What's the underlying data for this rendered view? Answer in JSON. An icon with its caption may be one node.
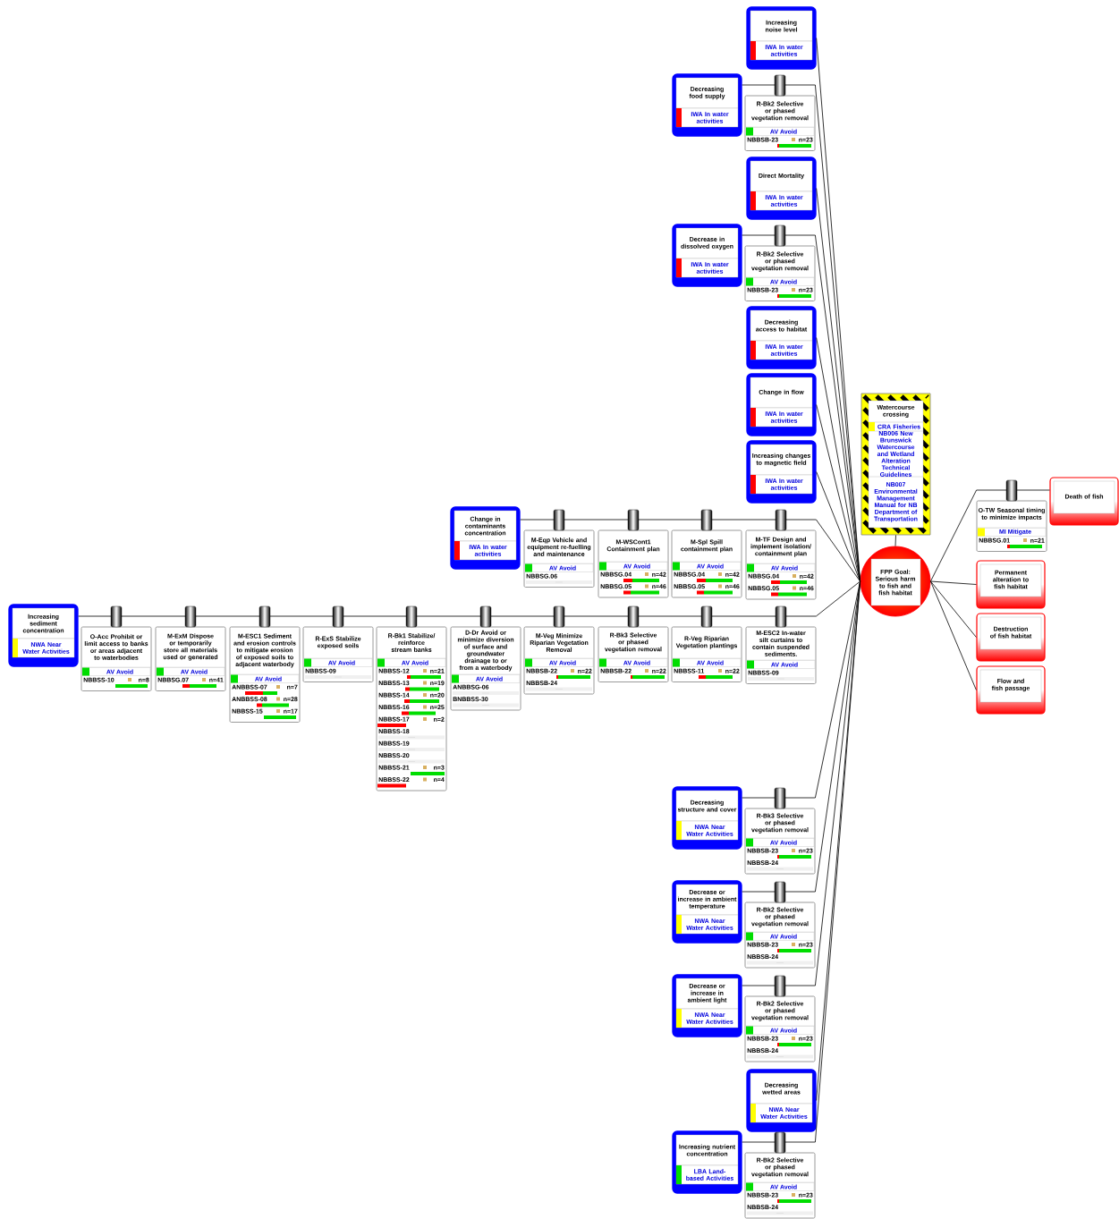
{
  "diagram": {
    "nodes": [
      {
        "text": [
          "Increasing noise level",
          "IWA In water activities"
        ]
      },
      {
        "text": [
          "Decreasing food supply",
          "IWA In water activities"
        ]
      },
      {
        "text": [
          "R-Bk2 Selective or phased vegetation removal",
          "AV Avoid",
          "NBBSB-23",
          "n=23"
        ]
      },
      {
        "text": [
          "Direct Mortality",
          "IWA In water activities"
        ]
      },
      {
        "text": [
          "Decrease in dissolved oxygen",
          "IWA In water activities"
        ]
      },
      {
        "text": [
          "R-Bk2 Selective or phased vegetation removal",
          "AV Avoid",
          "NBBSB-23",
          "n=23"
        ]
      },
      {
        "text": [
          "Decreasing access to habitat",
          "IWA In water activities"
        ]
      },
      {
        "text": [
          "Change in flow",
          "IWA In water activities"
        ]
      },
      {
        "text": [
          "Increasing changes to magnetic field",
          "IWA In water activities"
        ]
      },
      {
        "text": [
          "Watercourse crossing",
          "CRA Fisheries",
          "NB006 New Brunswick Watercourse and Wetland Alteration Technical Guidelines",
          "NB007 Environmental Management Manual for NB Department of Transportation"
        ]
      },
      {
        "text": [
          "Change in contaminants concentration",
          "IWA In water activities"
        ]
      },
      {
        "text": [
          "M-Eqp Vehicle and equipment re-fuelling and maintenance",
          "AV Avoid",
          "NBBSG.06"
        ]
      },
      {
        "text": [
          "M-WSCont1 Containment plan",
          "AV Avoid",
          "NBBSG.04",
          "n=42",
          "NBBSG.05",
          "n=46"
        ]
      },
      {
        "text": [
          "M-Spl Spill containment plan",
          "AV Avoid",
          "NBBSG.04",
          "n=42",
          "NBBSG.05",
          "n=46"
        ]
      },
      {
        "text": [
          "M-TF Design and implement isolation/containment plan",
          "AV Avoid",
          "NBBSG.04",
          "n=42",
          "NBBSG.05",
          "n=46"
        ]
      },
      {
        "text": [
          "O-TW Seasonal timing to minimize impacts",
          "MI Mitigate",
          "NBBSG.01",
          "n=21"
        ]
      },
      {
        "text": [
          "Death of fish"
        ]
      },
      {
        "text": [
          "FPP Goal: Serious harm to fish and fish habitat"
        ]
      },
      {
        "text": [
          "Permanent alteration to fish habitat"
        ]
      },
      {
        "text": [
          "Destruction of fish habitat"
        ]
      },
      {
        "text": [
          "Flow and fish passage"
        ]
      },
      {
        "text": [
          "Increasing sediment concentration",
          "NWA Near Water Activities"
        ]
      },
      {
        "text": [
          "O-Acc Prohibit or limit access to banks or areas adjacent to waterbodies",
          "AV Avoid",
          "NBBSS-10",
          "n=8"
        ]
      },
      {
        "text": [
          "M-ExM Dispose or temporarily store all materials used or generated",
          "AV Avoid",
          "NBBSG.07",
          "n=41"
        ]
      },
      {
        "text": [
          "M-ESC1 Sediment and erosion controls to mitigate erosion of exposed soils to adjacent waterbody",
          "AV Avoid",
          "ANBBSS-07",
          "n=7",
          "ANBBSS-08",
          "n=28",
          "NBBSS-15",
          "n=17"
        ]
      },
      {
        "text": [
          "R-ExS Stabilize exposed soils",
          "AV Avoid",
          "NBBSS-09"
        ]
      },
      {
        "text": [
          "R-Bk1 Stabilize/reinforce stream banks",
          "AV Avoid",
          "NBBSS-12",
          "n=21",
          "NBBSS-13",
          "n=19",
          "NBBSS-14",
          "n=20",
          "NBBSS-16",
          "n=25",
          "NBBSS-17",
          "n=2",
          "NBBSS-18",
          "NBBSS-19",
          "NBBSS-20",
          "NBBSS-21",
          "n=3",
          "NBBSS-22",
          "n=4"
        ]
      },
      {
        "text": [
          "D-Dr Avoid or minimize diversion of surface and groundwater drainage to or from a waterbody",
          "AV Avoid",
          "ANBBSG-06",
          "BNBBSS-30"
        ]
      },
      {
        "text": [
          "M-Veg Minimize Riparian Vegetation Removal",
          "AV Avoid",
          "NBBSB-22",
          "n=22",
          "NBBSB-24"
        ]
      },
      {
        "text": [
          "R-Bk3 Selective or phased vegetation removal",
          "AV Avoid",
          "NBBSB-22",
          "n=22"
        ]
      },
      {
        "text": [
          "R-Veg Riparian Vegetation plantings",
          "AV Avoid",
          "NBBSS-11",
          "n=22"
        ]
      },
      {
        "text": [
          "M-ESC2 In-water silt curtains to contain suspended sediments.",
          "AV Avoid",
          "NBBSS-09"
        ]
      },
      {
        "text": [
          "Decreasing structure and cover",
          "NWA Near Water Activities"
        ]
      },
      {
        "text": [
          "R-Bk3 Selective or phased vegetation removal",
          "AV Avoid",
          "NBBSB-23",
          "n=23",
          "NBBSB-24"
        ]
      },
      {
        "text": [
          "Decrease or increase in ambient temperature",
          "NWA Near Water Activities"
        ]
      },
      {
        "text": [
          "R-Bk2 Selective or phased vegetation removal",
          "AV Avoid",
          "NBBSB-23",
          "n=23",
          "NBBSB-24"
        ]
      },
      {
        "text": [
          "Decrease or increase in ambient light",
          "NWA Near Water Activities"
        ]
      },
      {
        "text": [
          "R-Bk2 Selective or phased vegetation removal",
          "AV Avoid",
          "NBBSB-23",
          "n=23",
          "NBBSB-24"
        ]
      },
      {
        "text": [
          "Decreasing wetted areas",
          "NWA Near Water Activities"
        ]
      },
      {
        "text": [
          "Increasing nutrient concentration",
          "LBA Land-based Activities"
        ]
      },
      {
        "text": [
          "R-Bk2 Selective or phased vegetation removal",
          "AV Avoid",
          "NBBSB-23",
          "n=23",
          "NBBSB-24"
        ]
      }
    ],
    "edges": [
      {
        "from": 0,
        "to": 17,
        "arrow": "none"
      },
      {
        "from": 1,
        "to": 2,
        "arrow": "none"
      },
      {
        "from": 2,
        "to": 17,
        "arrow": "none"
      },
      {
        "from": 3,
        "to": 17,
        "arrow": "none"
      },
      {
        "from": 4,
        "to": 5,
        "arrow": "none"
      },
      {
        "from": 5,
        "to": 17,
        "arrow": "none"
      },
      {
        "from": 6,
        "to": 17,
        "arrow": "none"
      },
      {
        "from": 7,
        "to": 17,
        "arrow": "none"
      },
      {
        "from": 8,
        "to": 17,
        "arrow": "none"
      },
      {
        "from": 9,
        "to": 17,
        "arrow": "none"
      },
      {
        "from": 10,
        "to": 11,
        "arrow": "none"
      },
      {
        "from": 11,
        "to": 12,
        "arrow": "none"
      },
      {
        "from": 12,
        "to": 13,
        "arrow": "none"
      },
      {
        "from": 13,
        "to": 14,
        "arrow": "none"
      },
      {
        "from": 14,
        "to": 17,
        "arrow": "none"
      },
      {
        "from": 17,
        "to": 15,
        "arrow": "none"
      },
      {
        "from": 15,
        "to": 16,
        "arrow": "none"
      },
      {
        "from": 17,
        "to": 18,
        "arrow": "none"
      },
      {
        "from": 17,
        "to": 19,
        "arrow": "none"
      },
      {
        "from": 17,
        "to": 20,
        "arrow": "none"
      },
      {
        "from": 21,
        "to": 22,
        "arrow": "none"
      },
      {
        "from": 22,
        "to": 23,
        "arrow": "none"
      },
      {
        "from": 23,
        "to": 24,
        "arrow": "none"
      },
      {
        "from": 24,
        "to": 25,
        "arrow": "none"
      },
      {
        "from": 25,
        "to": 26,
        "arrow": "none"
      },
      {
        "from": 26,
        "to": 27,
        "arrow": "none"
      },
      {
        "from": 27,
        "to": 28,
        "arrow": "none"
      },
      {
        "from": 28,
        "to": 29,
        "arrow": "none"
      },
      {
        "from": 29,
        "to": 30,
        "arrow": "none"
      },
      {
        "from": 30,
        "to": 31,
        "arrow": "none"
      },
      {
        "from": 31,
        "to": 17,
        "arrow": "none"
      },
      {
        "from": 32,
        "to": 33,
        "arrow": "none"
      },
      {
        "from": 33,
        "to": 17,
        "arrow": "none"
      },
      {
        "from": 34,
        "to": 35,
        "arrow": "none"
      },
      {
        "from": 35,
        "to": 17,
        "arrow": "none"
      },
      {
        "from": 36,
        "to": 37,
        "arrow": "none"
      },
      {
        "from": 37,
        "to": 17,
        "arrow": "none"
      },
      {
        "from": 38,
        "to": 17,
        "arrow": "none"
      },
      {
        "from": 39,
        "to": 40,
        "arrow": "none"
      },
      {
        "from": 40,
        "to": 17,
        "arrow": "none"
      }
    ]
  }
}
